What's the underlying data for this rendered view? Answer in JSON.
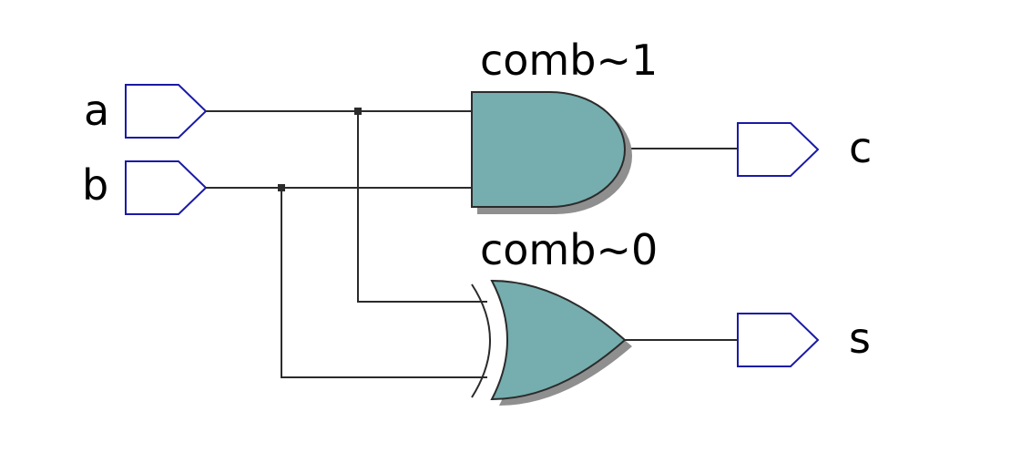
{
  "inputs": {
    "a": "a",
    "b": "b"
  },
  "outputs": {
    "c": "c",
    "s": "s"
  },
  "gates": {
    "and_gate": {
      "instance": "comb~1",
      "type": "AND"
    },
    "xor_gate": {
      "instance": "comb~0",
      "type": "XOR"
    }
  },
  "colors": {
    "gate_fill": "#76adae",
    "port_stroke": "#1a1aa6",
    "wire": "#2b2b2b"
  }
}
